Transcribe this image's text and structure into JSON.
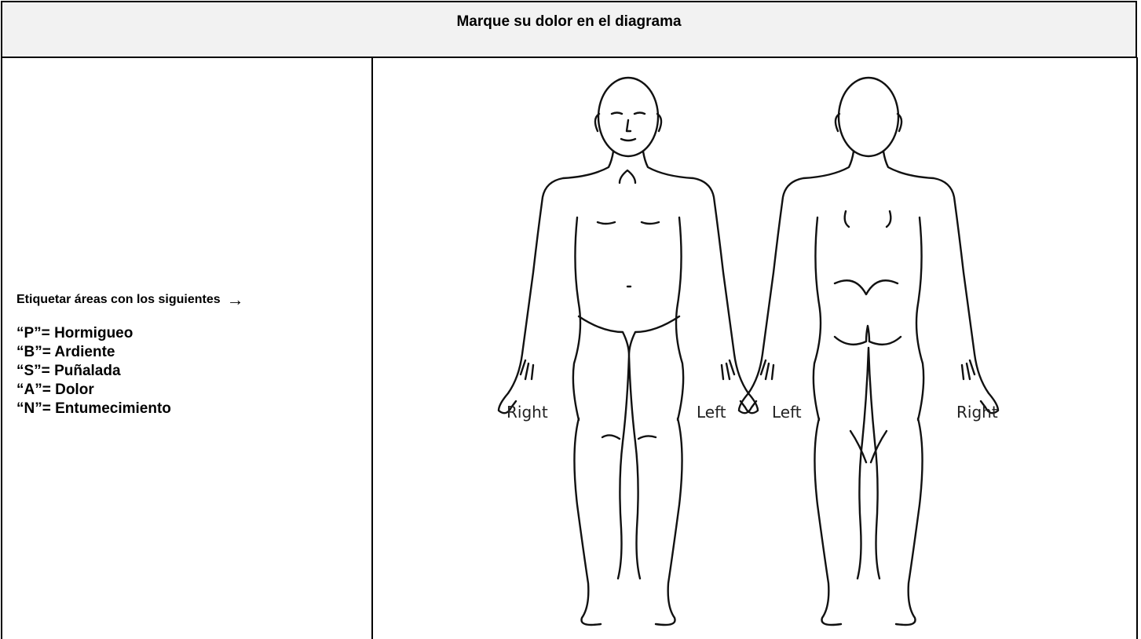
{
  "header": {
    "title": "Marque su dolor en el diagrama"
  },
  "instructions": {
    "intro": "Etiquetar áreas con los siguientes",
    "arrow_icon": "right-arrow-icon",
    "legend": [
      {
        "code": "“P”=",
        "meaning": "Hormigueo"
      },
      {
        "code": "“B”=",
        "meaning": "Ardiente"
      },
      {
        "code": "“S”=",
        "meaning": "Puñalada"
      },
      {
        "code": "“A”=",
        "meaning": "Dolor"
      },
      {
        "code": "“N”=",
        "meaning": "Entumecimiento"
      }
    ]
  },
  "diagram": {
    "front_labels": {
      "left_side": "Right",
      "right_side": "Left"
    },
    "back_labels": {
      "left_side": "Left",
      "right_side": "Right"
    }
  }
}
